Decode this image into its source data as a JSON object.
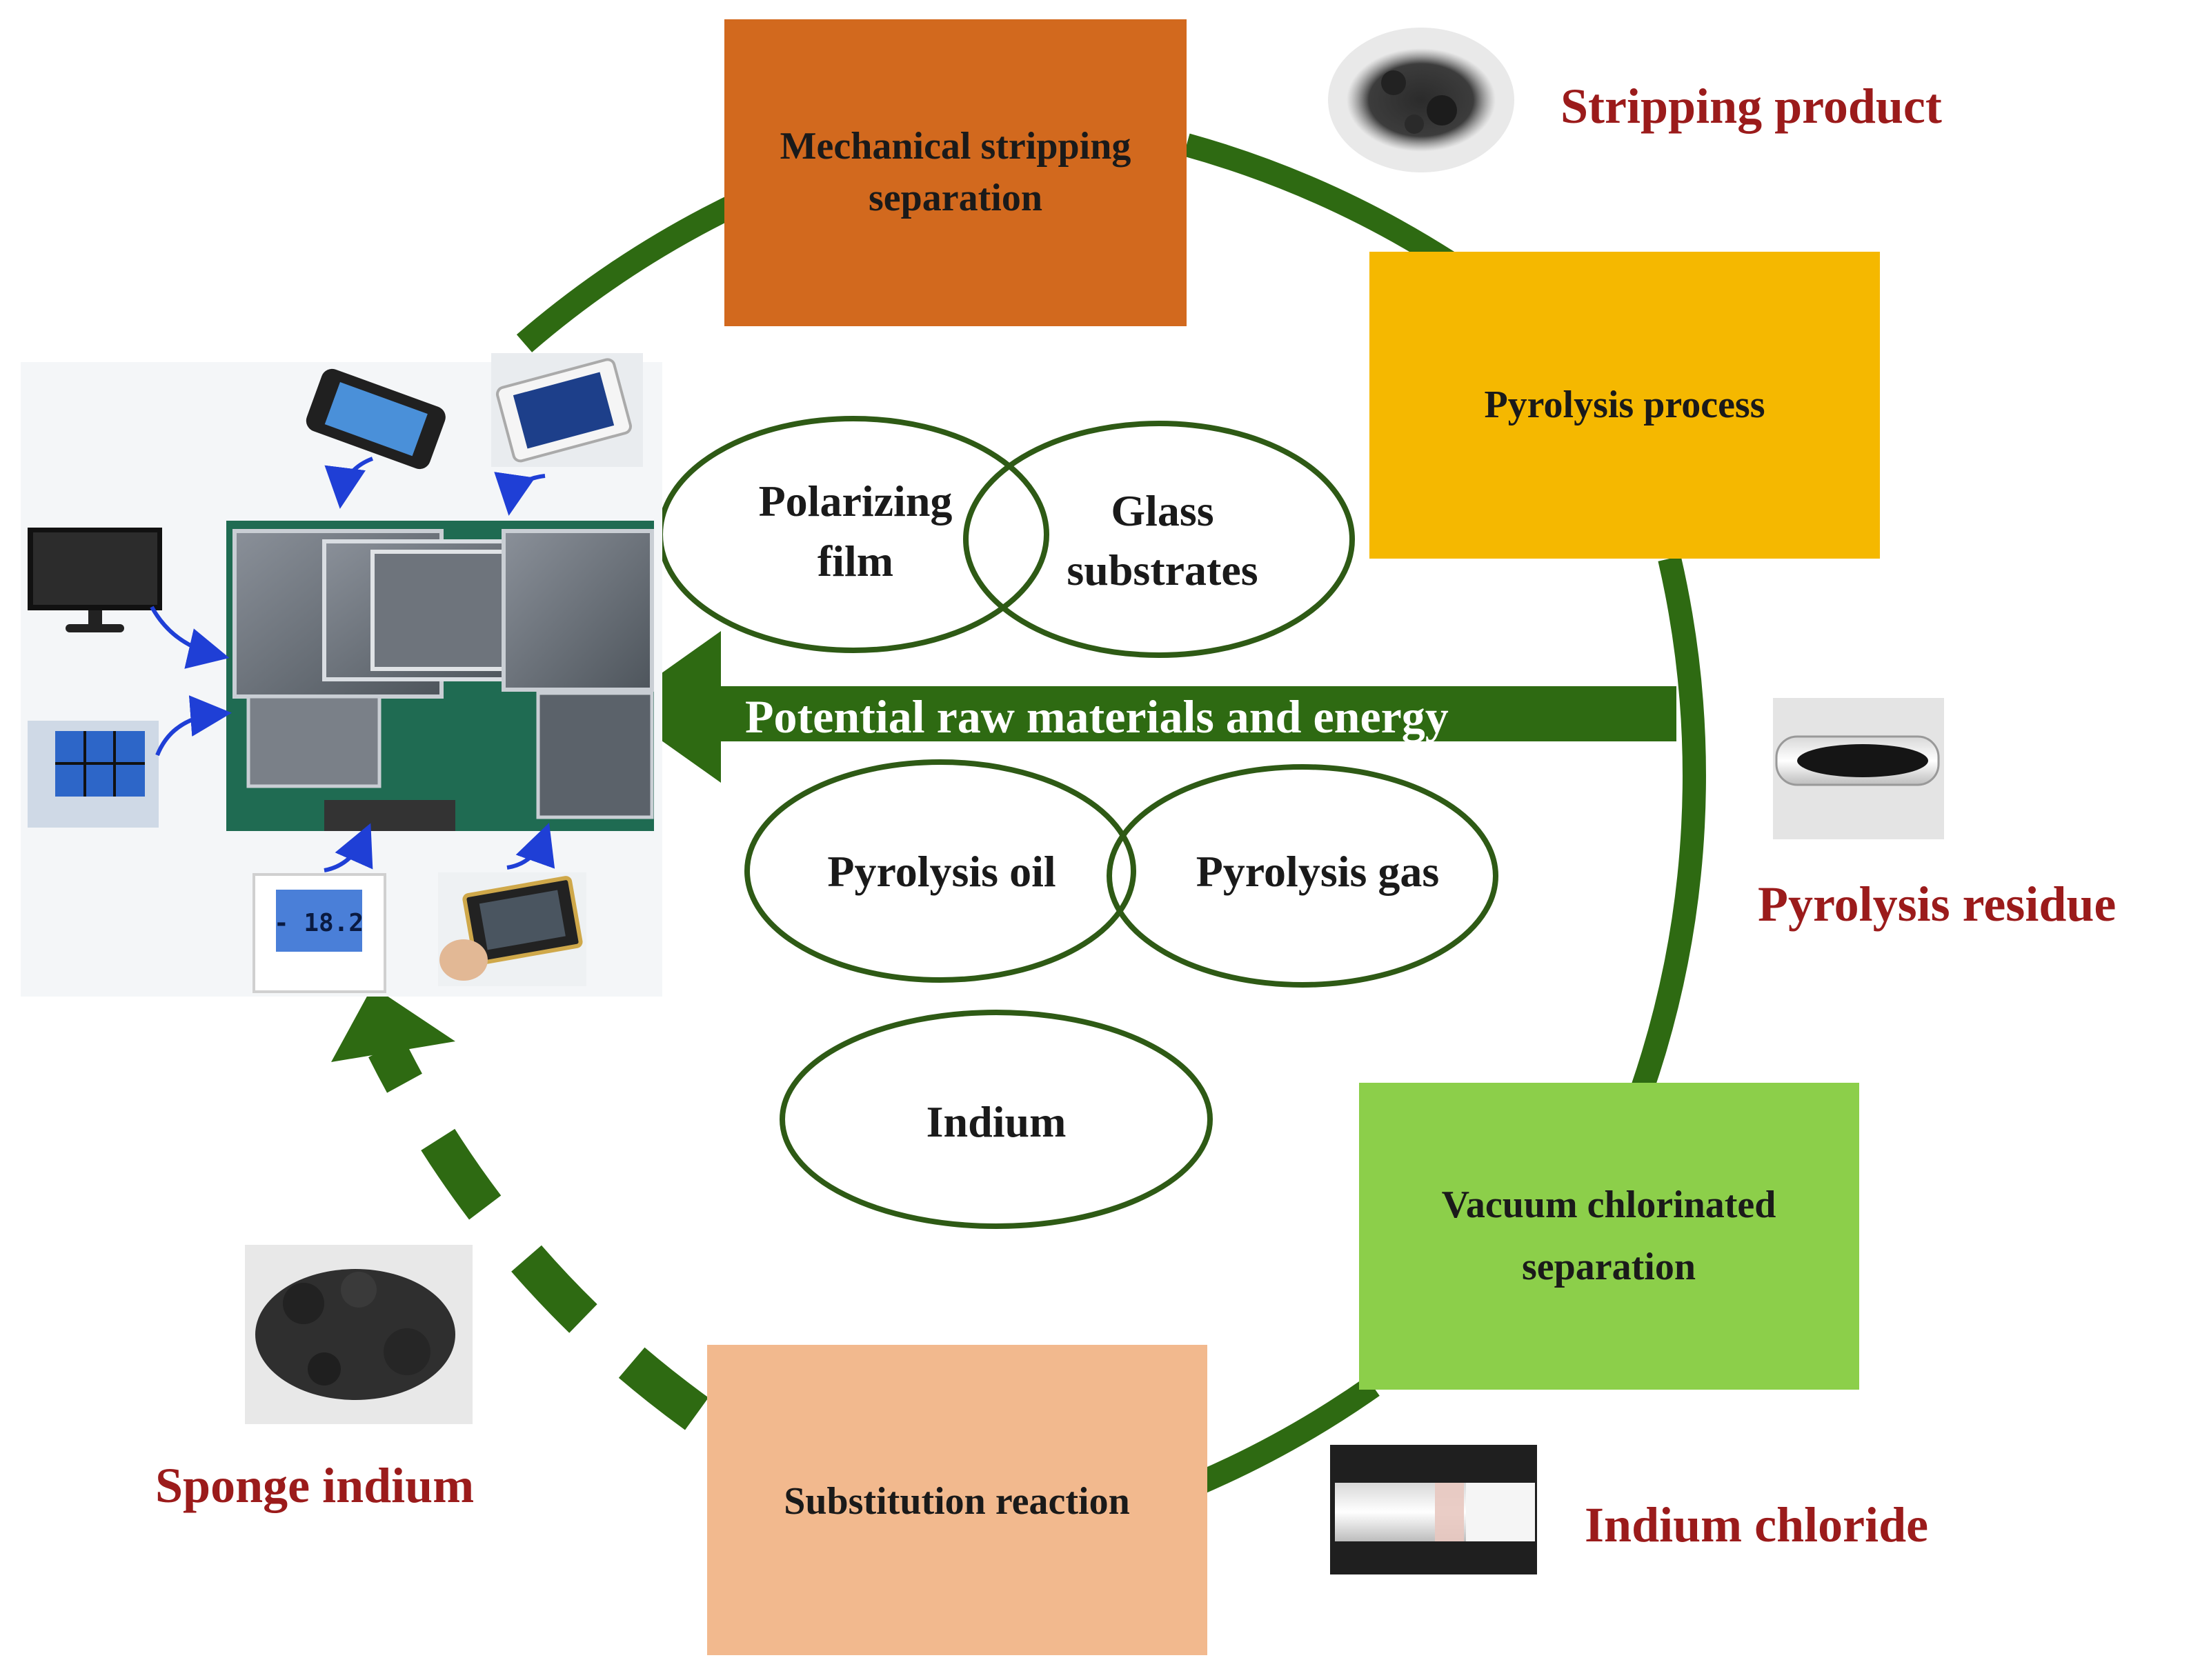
{
  "colors": {
    "cycle_green": "#2e6a12",
    "thumb_arrow_blue": "#1f3fd6",
    "product_text": "#9b1b1b",
    "mechanical_box": "#d2691e",
    "pyrolysis_box": "#f5b800",
    "vacuum_box": "#8ccf4a",
    "substitution_box": "#f2b98e"
  },
  "process_boxes": {
    "mechanical": [
      "Mechanical stripping",
      "separation"
    ],
    "pyrolysis": [
      "Pyrolysis process"
    ],
    "vacuum": [
      "Vacuum chlorinated",
      "separation"
    ],
    "substitution": [
      "Substitution reaction"
    ]
  },
  "products": {
    "stripping": "Stripping product",
    "pyrolysis_residue": "Pyrolysis residue",
    "indium_chloride": "Indium chloride",
    "sponge_indium": "Sponge indium"
  },
  "center_arrow": {
    "label": "Potential raw materials and energy"
  },
  "ovals": {
    "polarizing_film": [
      "Polarizing",
      "film"
    ],
    "glass_substrates": [
      "Glass",
      "substrates"
    ],
    "pyrolysis_oil": "Pyrolysis oil",
    "pyrolysis_gas": "Pyrolysis  gas",
    "indium": "Indium"
  },
  "device_thumbnails": {
    "thermostat_display": "- 18.2"
  },
  "icons": [
    "smartphone-icon",
    "tablet-icon",
    "monitor-icon",
    "video-wall-icon",
    "thermostat-icon",
    "lcd-module-icon"
  ]
}
